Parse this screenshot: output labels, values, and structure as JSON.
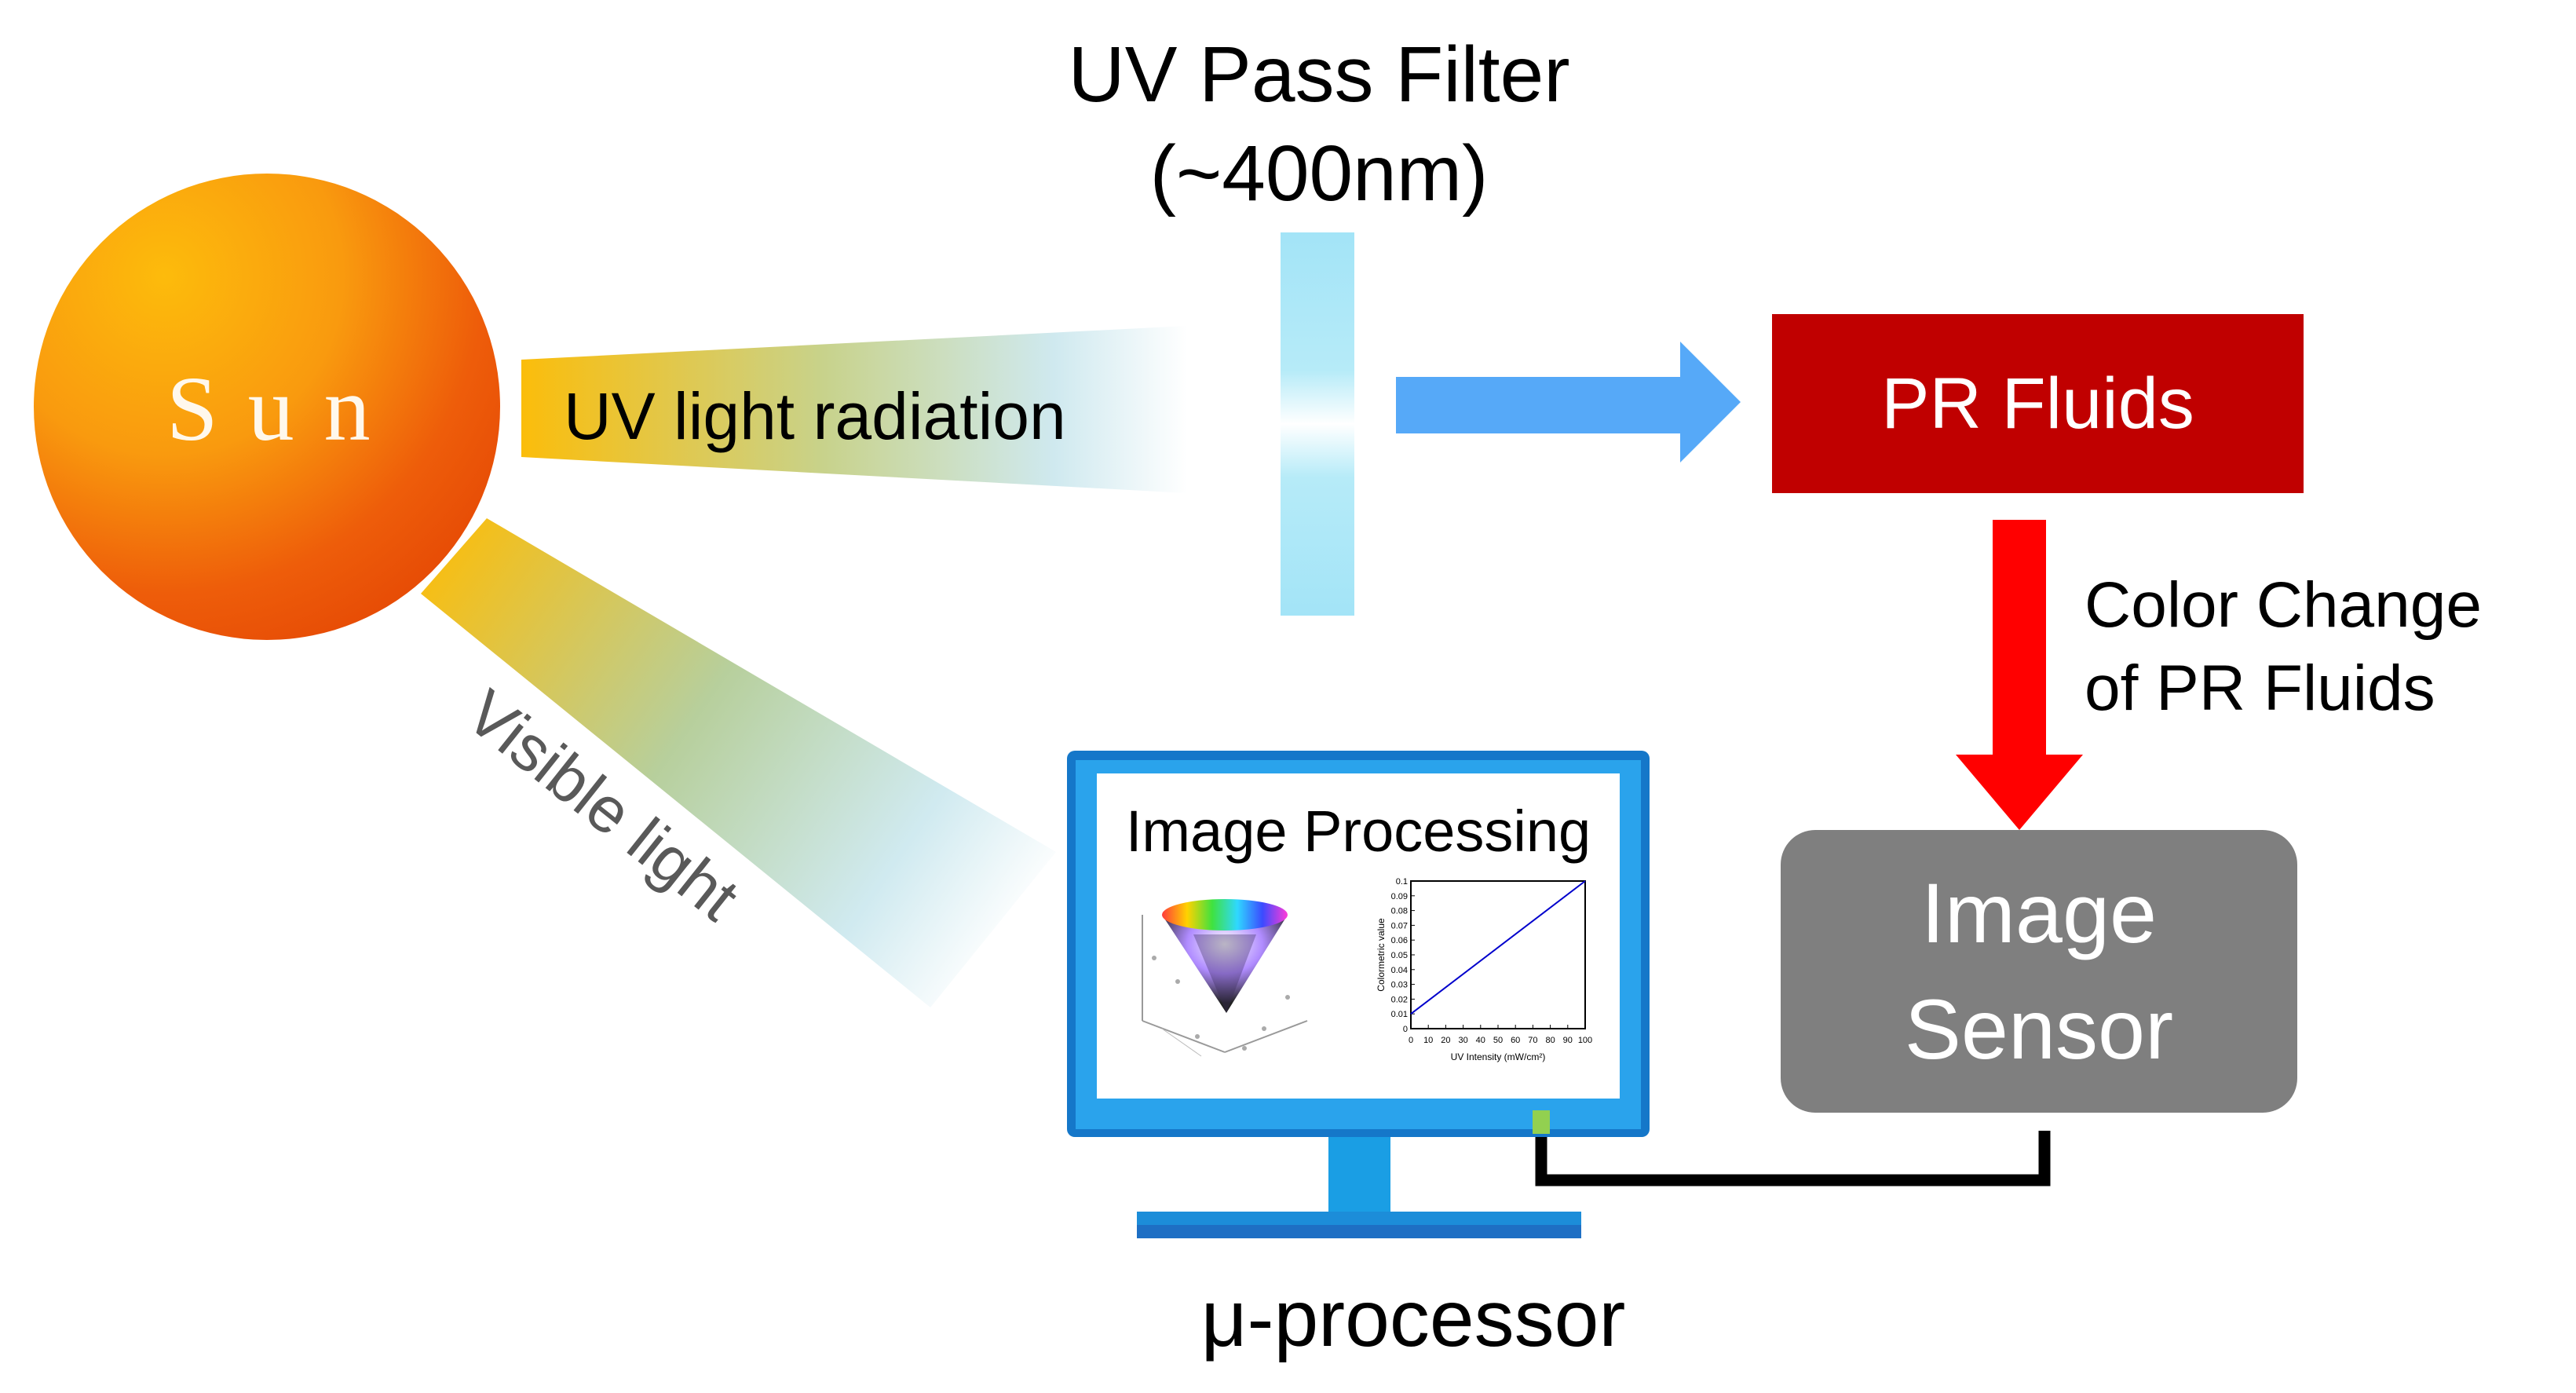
{
  "sun": {
    "label": "Sun"
  },
  "beams": {
    "uv_label": "UV light radiation",
    "visible_label": "Visible light"
  },
  "filter": {
    "line1": "UV Pass Filter",
    "line2": "(~400nm)"
  },
  "pr_fluids": {
    "label": "PR Fluids"
  },
  "color_change": {
    "line1": "Color Change",
    "line2": "of PR Fluids"
  },
  "image_sensor": {
    "line1": "Image",
    "line2": "Sensor"
  },
  "monitor": {
    "screen_title": "Image Processing",
    "caption": "μ-processor"
  },
  "inset_chart": {
    "ylabel": "Colormetric value",
    "xlabel": "UV Intensity (mW/cm²)",
    "yticks": [
      "0",
      "0.01",
      "0.02",
      "0.03",
      "0.04",
      "0.05",
      "0.06",
      "0.07",
      "0.08",
      "0.09",
      "0.1"
    ],
    "xticks": [
      "0",
      "10",
      "20",
      "30",
      "40",
      "50",
      "60",
      "70",
      "80",
      "90",
      "100"
    ]
  },
  "chart_data": {
    "type": "line",
    "xlabel": "UV Intensity (mW/cm²)",
    "ylabel": "Colormetric value",
    "xlim": [
      0,
      100
    ],
    "ylim": [
      0,
      0.1
    ],
    "series": [
      {
        "x": [
          0,
          100
        ],
        "y": [
          0.01,
          0.1
        ],
        "color": "#0000cc"
      }
    ]
  },
  "colors": {
    "pr_fluids": "#c00000",
    "image_sensor": "#7f7f7f",
    "monitor_frame": "#1577c9",
    "filter": "#a6e6f7",
    "blue_arrow": "#56a9f8",
    "red_arrow": "#ff0000"
  }
}
